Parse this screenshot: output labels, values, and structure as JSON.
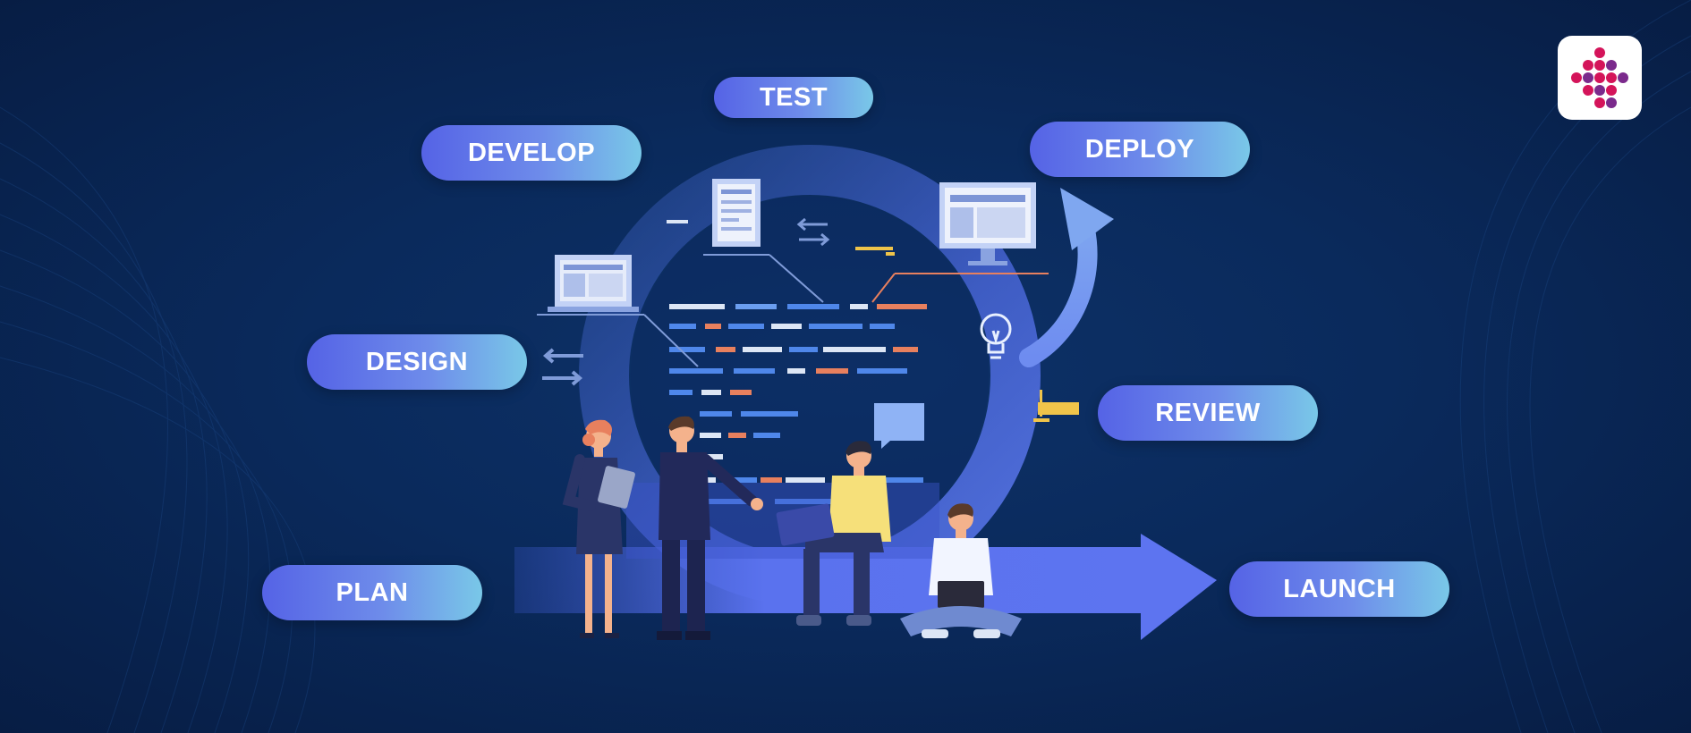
{
  "stages": {
    "test": "TEST",
    "develop": "DEVELOP",
    "deploy": "DEPLOY",
    "design": "DESIGN",
    "review": "REVIEW",
    "plan": "PLAN",
    "launch": "LAUNCH"
  },
  "colors": {
    "background": "#0a2a5c",
    "pill_start": "#5563e6",
    "pill_end": "#79c8e8",
    "arrow": "#5d74f0",
    "logo_magenta": "#d4145a",
    "logo_purple": "#7b2a8c"
  },
  "icons": {
    "brand": "dot-grid-logo-icon",
    "bulb": "lightbulb-icon",
    "chat": "chat-bubble-icon"
  }
}
